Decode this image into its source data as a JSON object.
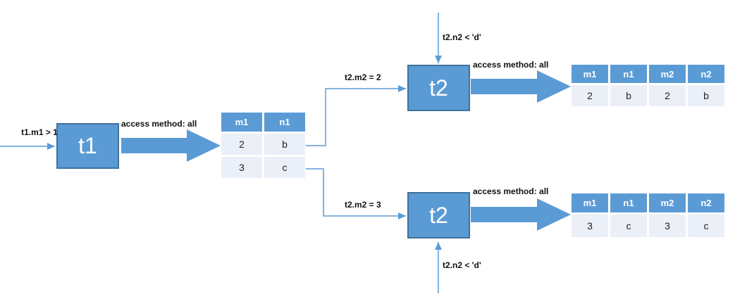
{
  "colors": {
    "primary_blue": "#5b9bd5",
    "box_border_blue": "#41719c",
    "table_row_fill": "#ebeff7",
    "label_text": "#111111"
  },
  "nodes": {
    "t1": {
      "label": "t1"
    },
    "t2_top": {
      "label": "t2"
    },
    "t2_bottom": {
      "label": "t2"
    }
  },
  "annotations": {
    "t1_filter": "t1.m1 > 1",
    "t1_access_method": "access method: all",
    "t2_top_join_condition": "t2.m2 = 2",
    "t2_top_filter": "t2.n2 < 'd'",
    "t2_top_access_method": "access method: all",
    "t2_bottom_join_condition": "t2.m2 = 3",
    "t2_bottom_filter": "t2.n2 < 'd'",
    "t2_bottom_access_method": "access method: all"
  },
  "tables": {
    "t1_result": {
      "headers": [
        "m1",
        "n1"
      ],
      "rows": [
        [
          "2",
          "b"
        ],
        [
          "3",
          "c"
        ]
      ]
    },
    "t2_top_result": {
      "headers": [
        "m1",
        "n1",
        "m2",
        "n2"
      ],
      "rows": [
        [
          "2",
          "b",
          "2",
          "b"
        ]
      ]
    },
    "t2_bottom_result": {
      "headers": [
        "m1",
        "n1",
        "m2",
        "n2"
      ],
      "rows": [
        [
          "3",
          "c",
          "3",
          "c"
        ]
      ]
    }
  }
}
